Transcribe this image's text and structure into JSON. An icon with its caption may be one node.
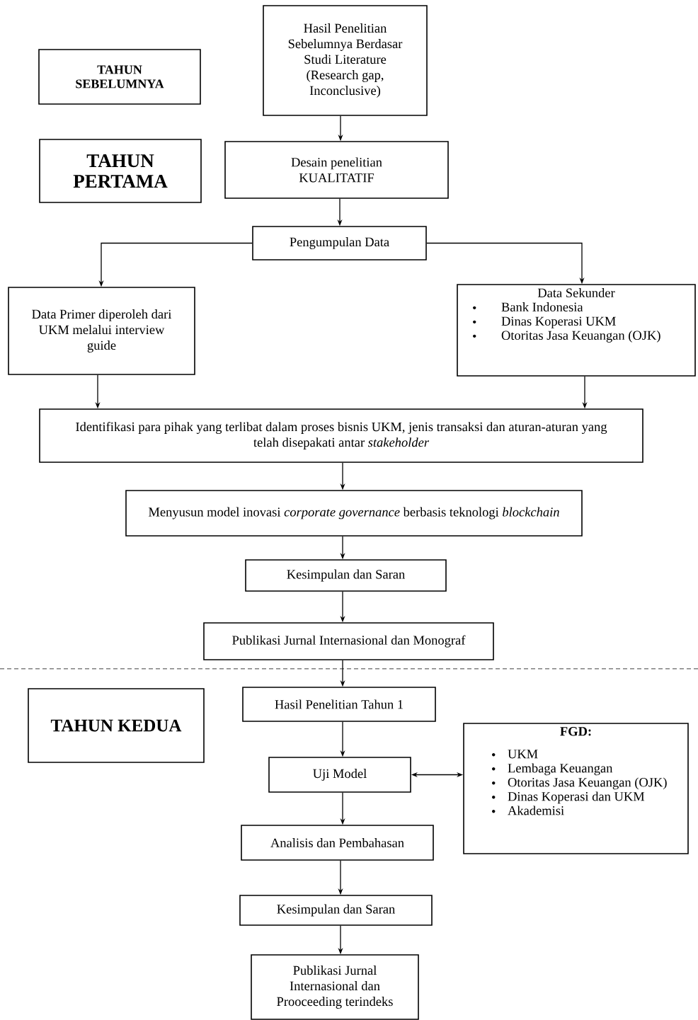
{
  "diagram": {
    "nodes": [
      {
        "text": [
          "TAHUN SEBELUMNYA"
        ]
      },
      {
        "text": [
          "Hasil Penelitian Sebelumnya Berdasar Studi Literature (Research gap, Inconclusive)"
        ]
      },
      {
        "text": [
          "TAHUN PERTAMA"
        ]
      },
      {
        "text": [
          "Desain penelitian KUALITATIF"
        ]
      },
      {
        "text": [
          "Pengumpulan Data"
        ]
      },
      {
        "text": [
          "Data Primer diperoleh dari UKM melalui interview guide"
        ]
      },
      {
        "text": [
          "Data Sekunder",
          "Bank Indonesia",
          "Dinas Koperasi UKM",
          "Otoritas Jasa Keuangan (OJK)"
        ]
      },
      {
        "text": [
          "Identifikasi para pihak yang terlibat dalam proses bisnis UKM, jenis transaksi dan aturan-aturan yang telah disepakati antar *stakeholder*"
        ]
      },
      {
        "text": [
          "Menyusun model inovasi *corporate governance* berbasis teknologi *blockchain*"
        ]
      },
      {
        "text": [
          "Kesimpulan dan Saran"
        ]
      },
      {
        "text": [
          "Publikasi Jurnal Internasional dan Monograf"
        ]
      },
      {
        "text": [
          "TAHUN KEDUA"
        ]
      },
      {
        "text": [
          "Hasil Penelitian Tahun 1"
        ]
      },
      {
        "text": [
          "FGD:",
          "UKM",
          "Lembaga Keuangan",
          "Otoritas Jasa Keuangan (OJK)",
          "Dinas Koperasi dan UKM",
          "Akademisi"
        ]
      },
      {
        "text": [
          "Uji Model"
        ]
      },
      {
        "text": [
          "Analisis dan Pembahasan"
        ]
      },
      {
        "text": [
          "Kesimpulan dan Saran"
        ]
      },
      {
        "text": [
          "Publikasi Jurnal Internasional dan Prooceeding terindeks"
        ]
      }
    ],
    "edges": [
      {
        "from": 1,
        "to": 3,
        "arrow": "to"
      },
      {
        "from": 3,
        "to": 4,
        "arrow": "to"
      },
      {
        "from": 4,
        "to": 5,
        "arrow": "to"
      },
      {
        "from": 4,
        "to": 6,
        "arrow": "to"
      },
      {
        "from": 5,
        "to": 7,
        "arrow": "to"
      },
      {
        "from": 6,
        "to": 7,
        "arrow": "to"
      },
      {
        "from": 7,
        "to": 8,
        "arrow": "to"
      },
      {
        "from": 8,
        "to": 9,
        "arrow": "to"
      },
      {
        "from": 9,
        "to": 10,
        "arrow": "to"
      },
      {
        "from": 10,
        "to": 12,
        "arrow": "to"
      },
      {
        "from": 12,
        "to": 14,
        "arrow": "to"
      },
      {
        "from": 14,
        "to": 13,
        "arrow": "both"
      },
      {
        "from": 14,
        "to": 15,
        "arrow": "to"
      },
      {
        "from": 15,
        "to": 16,
        "arrow": "to"
      },
      {
        "from": 16,
        "to": 17,
        "arrow": "to"
      }
    ]
  }
}
